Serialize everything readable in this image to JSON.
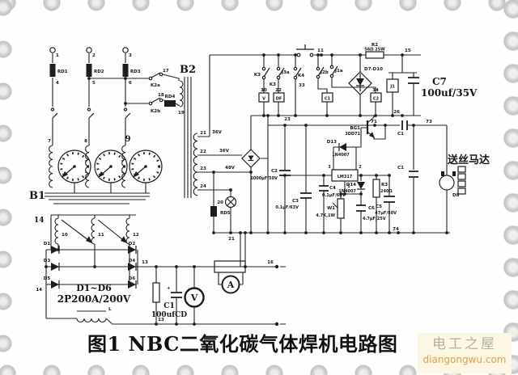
{
  "stamp": {
    "caption": "图1 NBC二氧化碳气体焊机电路图"
  },
  "watermark": {
    "site_name": "电工之屋",
    "site_url": "diangongwu.com"
  },
  "colors": {
    "ink": "#1d1d1d",
    "paper": "#fefefd",
    "perforation": "#c9c9c9",
    "watermark_bg": "#fbf7e2",
    "watermark_name": "#b5b1a4",
    "watermark_url": "#dfa24d"
  },
  "labels": {
    "b1": "B1",
    "b2": "B2",
    "t1": "1",
    "t2": "2",
    "t3": "3",
    "t4": "4",
    "t5": "5",
    "t6": "6",
    "rd1": "RD1",
    "rd2": "RD2",
    "rd3": "RD3",
    "rd4": "RD4",
    "rd5": "RD5",
    "k2a": "K2a",
    "k2b": "K2b",
    "n17": "17",
    "n18": "18",
    "n19": "19",
    "w7": "7",
    "w8": "8",
    "w9": "9",
    "n14a": "14",
    "n14b": "14",
    "w10": "10",
    "w11": "11",
    "w12": "12",
    "d1": "D1",
    "d2": "D2",
    "d3": "D3",
    "d4": "D4",
    "d5": "D5",
    "d6": "D6",
    "d16_label": "D1~D6",
    "d16_value": "2P200A/200V",
    "choke": "L",
    "n13a": "13",
    "n13b": "13",
    "n16": "16",
    "c1": "C1",
    "c1v": "100ufCD",
    "c1plus": "+",
    "vmeter": "V",
    "ameter": "A",
    "n21": "21",
    "tap21v": "36V",
    "n22": "22",
    "tap22v": "36V",
    "n23": "23",
    "tap23v": "48V",
    "n24": "24",
    "n20": "20",
    "n21b": "21",
    "n11": "11",
    "k3a": "K3",
    "k3b": "K3",
    "j3a": "J3a",
    "k4": "K4",
    "n33": "33",
    "j2b": "J2b",
    "j1a": "J1a",
    "n30": "30",
    "n22b": "22",
    "n34": "34",
    "n23b": "23",
    "vbox": "V",
    "dfbox": "DF",
    "c1box": "C1",
    "c2box": "C2",
    "r2": "R2",
    "r2v": "56Ω 25W",
    "n15": "15",
    "d710": "D7-D10",
    "j1": "J1",
    "c7": "C7",
    "c7v": "100uf/35V",
    "n26": "26",
    "n71": "71",
    "n73": "73",
    "c1a": "C1",
    "c1b": "C1",
    "n74": "74",
    "bg1": "BG1",
    "bg1v": "3DD71",
    "d13": "D13",
    "d13v": "1N4007",
    "lm317": "LM317",
    "p1": "1",
    "p2": "2",
    "p3": "3",
    "c2": "C2",
    "c2v": "1000μF/50V",
    "c3": "C3",
    "c3v": "0.1μF/63V",
    "c4": "C4",
    "c4v": "0.1μF/63V",
    "d14": "D14",
    "d14v": "1N4007",
    "r3": "R3",
    "r3v": "240Ω",
    "w1": "W1",
    "w1v": "4.7K,1W",
    "c5": "C5",
    "c5v": "47μF/50V",
    "c6": "C6",
    "c6v": "4.7μF/25V",
    "motor": "D8",
    "motor_name": "送丝马达"
  }
}
